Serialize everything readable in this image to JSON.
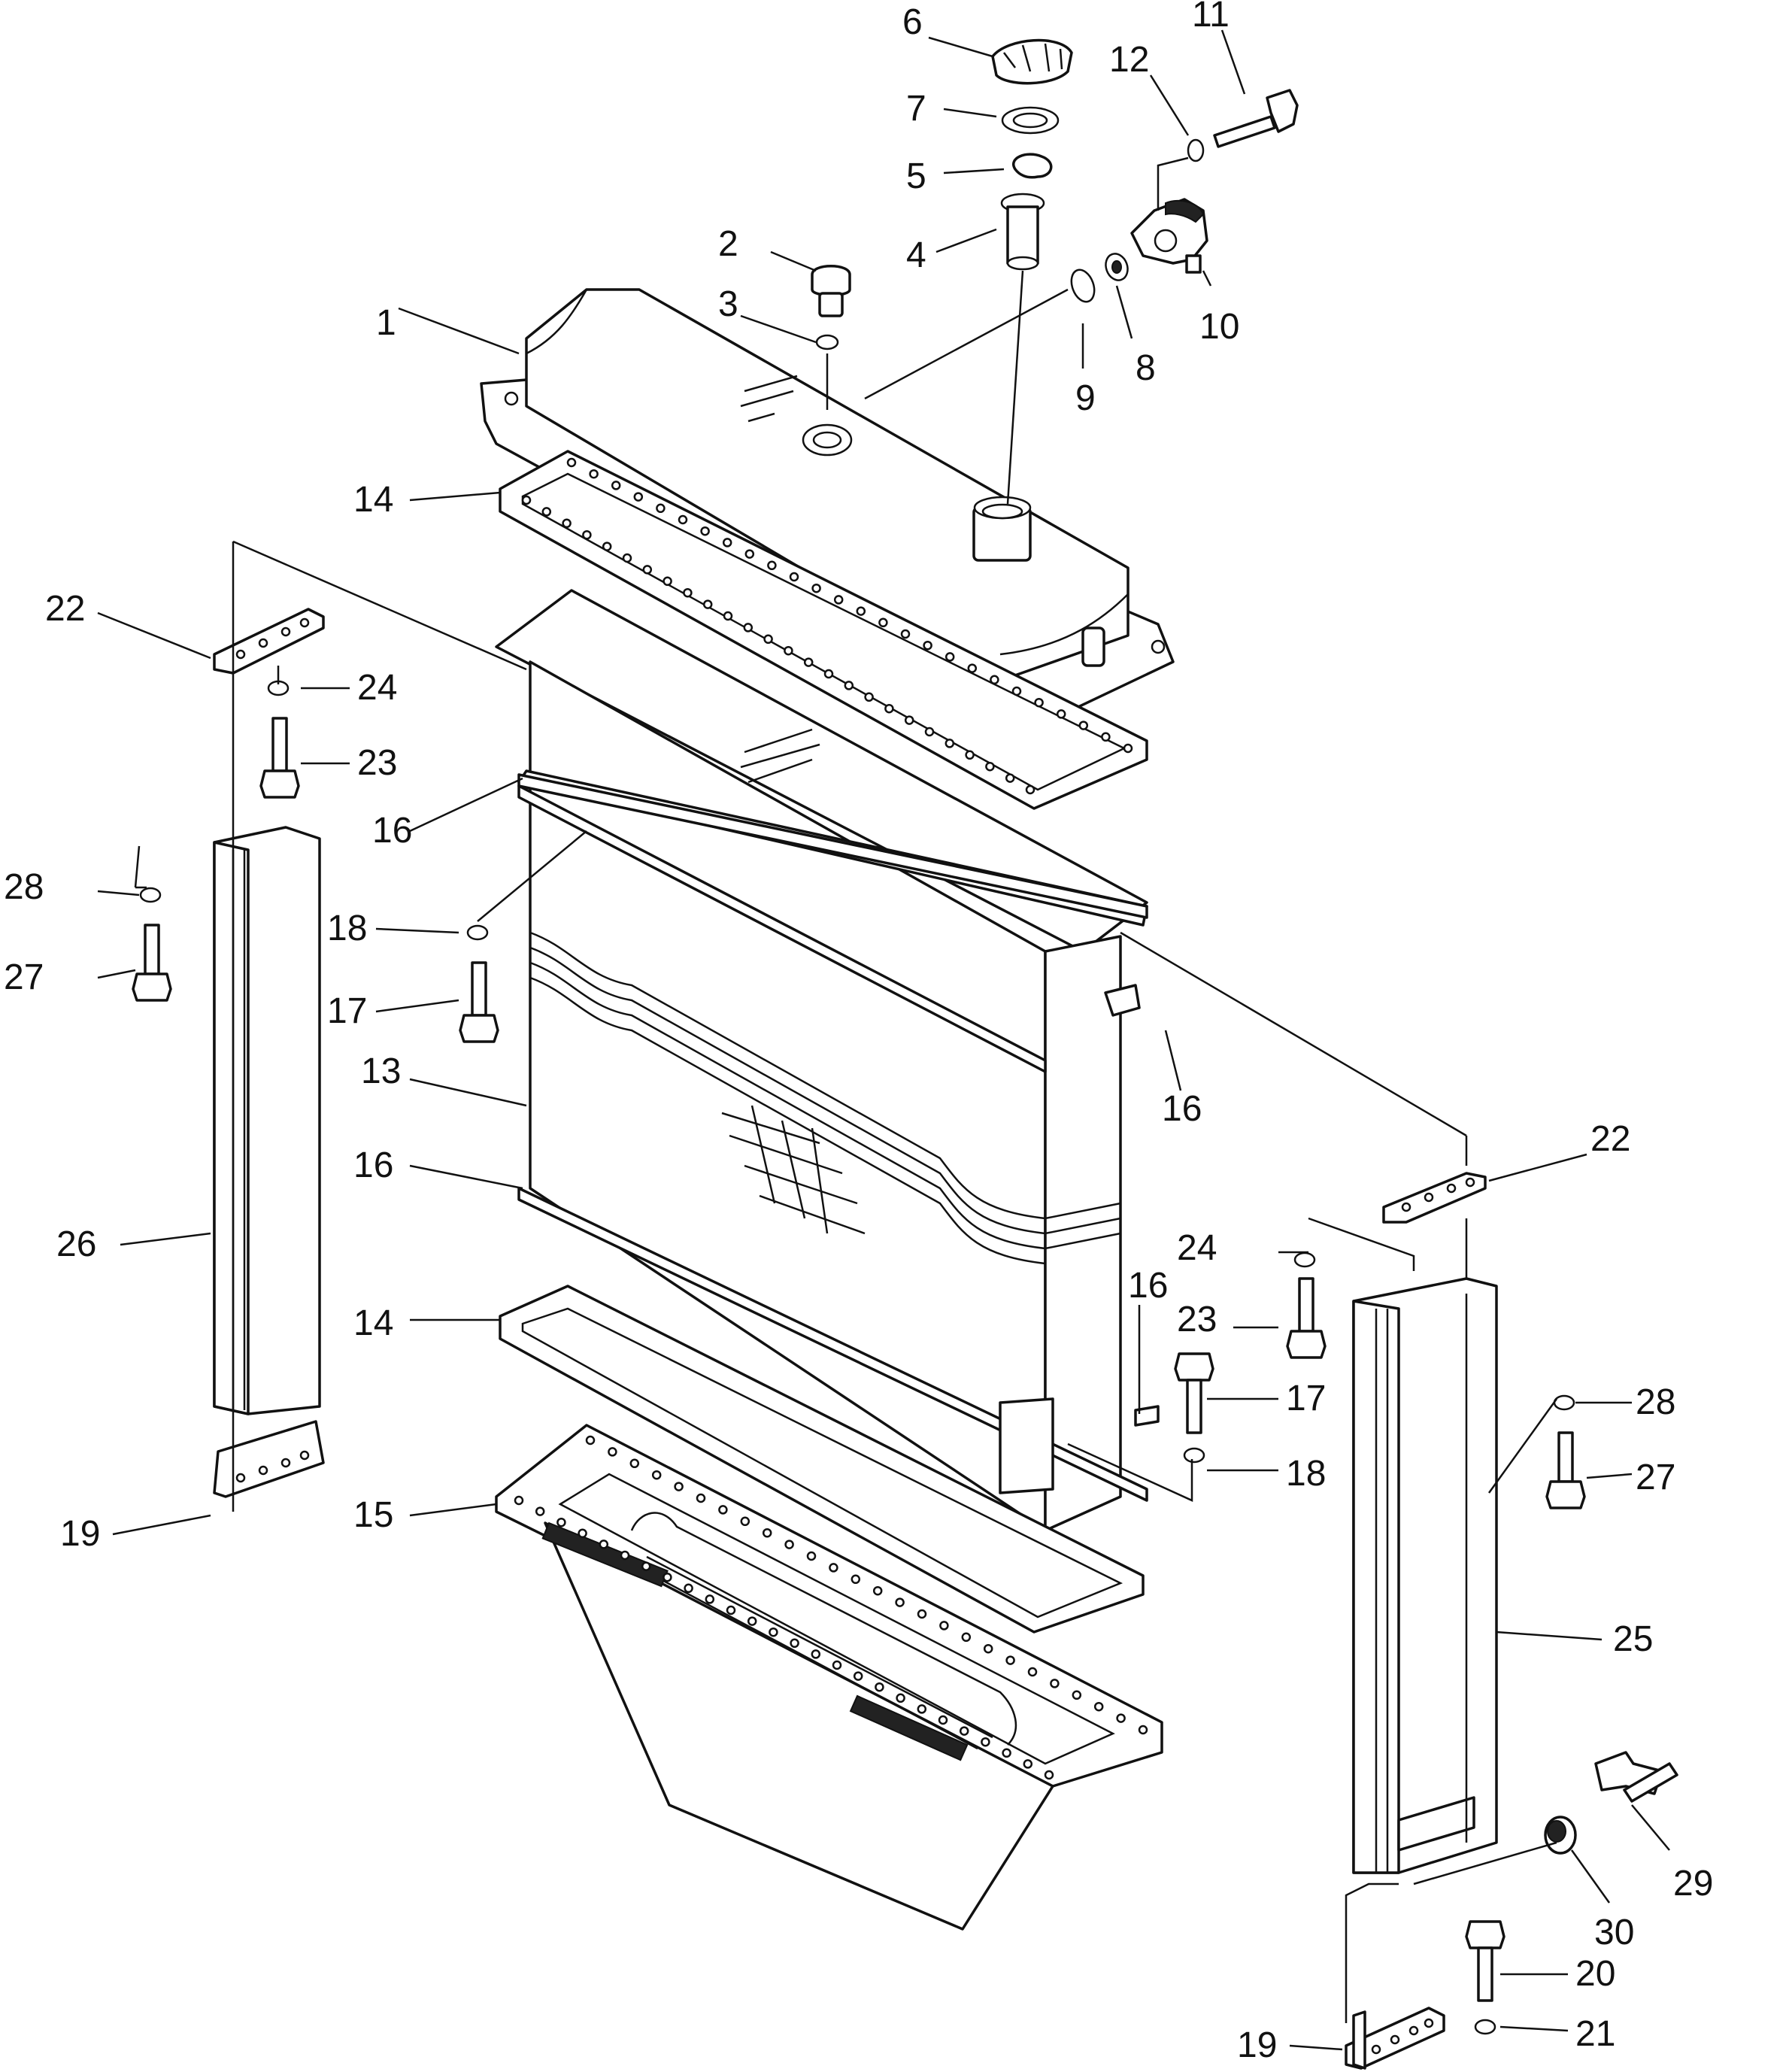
{
  "callouts": [
    {
      "id": "c1",
      "text": "1"
    },
    {
      "id": "c2",
      "text": "2"
    },
    {
      "id": "c3",
      "text": "3"
    },
    {
      "id": "c4",
      "text": "4"
    },
    {
      "id": "c5",
      "text": "5"
    },
    {
      "id": "c6",
      "text": "6"
    },
    {
      "id": "c7",
      "text": "7"
    },
    {
      "id": "c8",
      "text": "8"
    },
    {
      "id": "c9",
      "text": "9"
    },
    {
      "id": "c10",
      "text": "10"
    },
    {
      "id": "c11",
      "text": "11"
    },
    {
      "id": "c12",
      "text": "12"
    },
    {
      "id": "c13",
      "text": "13"
    },
    {
      "id": "c14a",
      "text": "14"
    },
    {
      "id": "c14b",
      "text": "14"
    },
    {
      "id": "c15",
      "text": "15"
    },
    {
      "id": "c16a",
      "text": "16"
    },
    {
      "id": "c16b",
      "text": "16"
    },
    {
      "id": "c16c",
      "text": "16"
    },
    {
      "id": "c16d",
      "text": "16"
    },
    {
      "id": "c17a",
      "text": "17"
    },
    {
      "id": "c17b",
      "text": "17"
    },
    {
      "id": "c18a",
      "text": "18"
    },
    {
      "id": "c18b",
      "text": "18"
    },
    {
      "id": "c19a",
      "text": "19"
    },
    {
      "id": "c19b",
      "text": "19"
    },
    {
      "id": "c20",
      "text": "20"
    },
    {
      "id": "c21",
      "text": "21"
    },
    {
      "id": "c22a",
      "text": "22"
    },
    {
      "id": "c22b",
      "text": "22"
    },
    {
      "id": "c23a",
      "text": "23"
    },
    {
      "id": "c23b",
      "text": "23"
    },
    {
      "id": "c24a",
      "text": "24"
    },
    {
      "id": "c24b",
      "text": "24"
    },
    {
      "id": "c25",
      "text": "25"
    },
    {
      "id": "c26",
      "text": "26"
    },
    {
      "id": "c27a",
      "text": "27"
    },
    {
      "id": "c27b",
      "text": "27"
    },
    {
      "id": "c28a",
      "text": "28"
    },
    {
      "id": "c28b",
      "text": "28"
    },
    {
      "id": "c29",
      "text": "29"
    },
    {
      "id": "c30",
      "text": "30"
    }
  ]
}
